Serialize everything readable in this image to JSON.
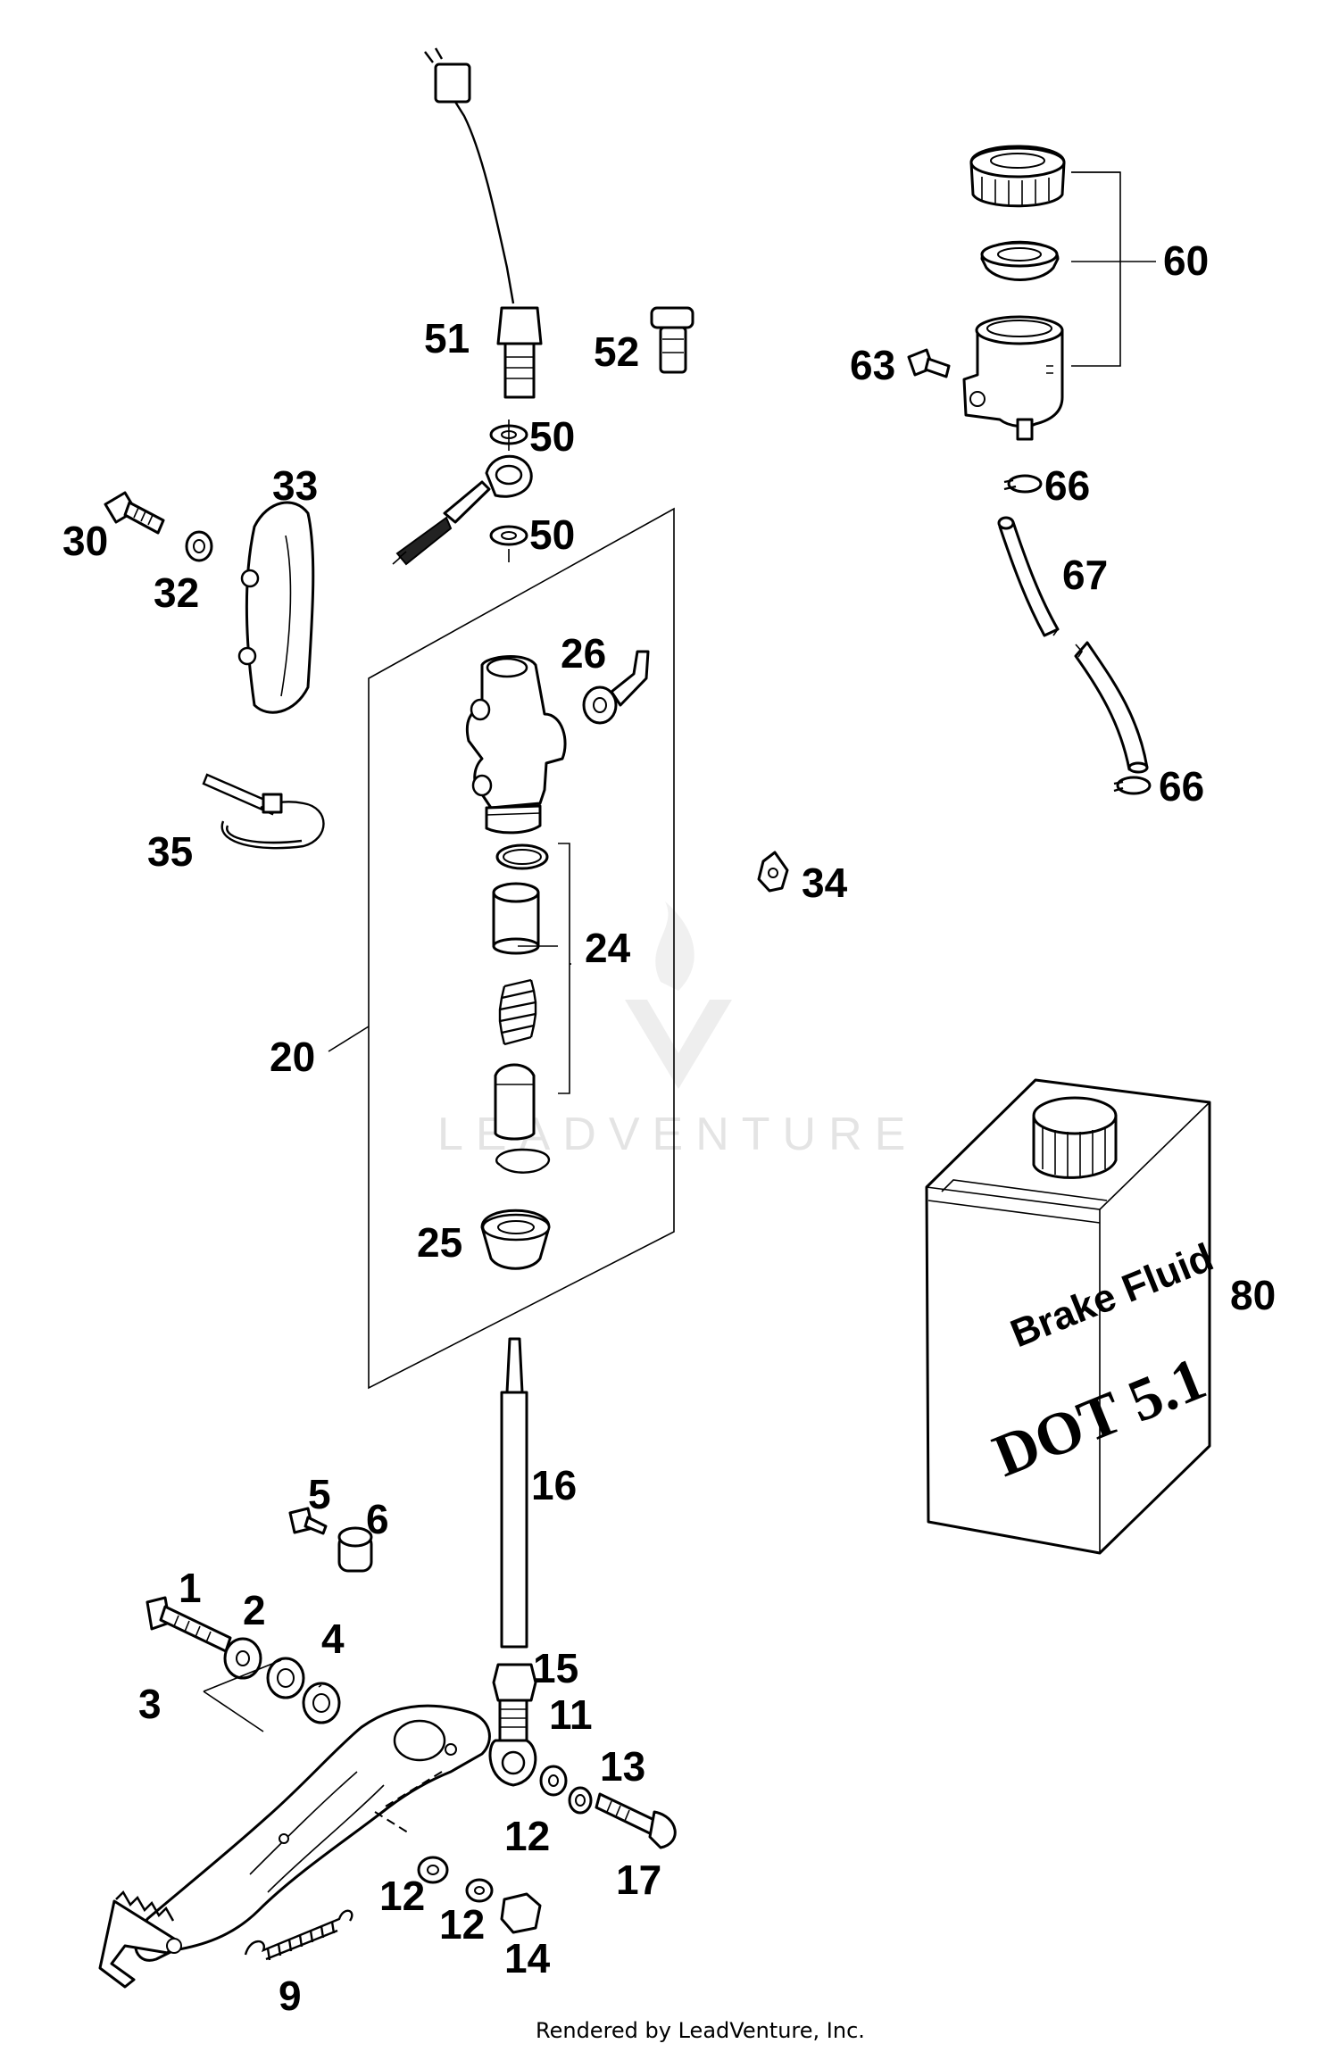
{
  "callouts": [
    {
      "id": "1",
      "text": "1"
    },
    {
      "id": "2",
      "text": "2"
    },
    {
      "id": "3",
      "text": "3"
    },
    {
      "id": "4",
      "text": "4"
    },
    {
      "id": "5",
      "text": "5"
    },
    {
      "id": "6",
      "text": "6"
    },
    {
      "id": "9",
      "text": "9"
    },
    {
      "id": "11",
      "text": "11"
    },
    {
      "id": "12a",
      "text": "12"
    },
    {
      "id": "12b",
      "text": "12"
    },
    {
      "id": "12c",
      "text": "12"
    },
    {
      "id": "13",
      "text": "13"
    },
    {
      "id": "14",
      "text": "14"
    },
    {
      "id": "15",
      "text": "15"
    },
    {
      "id": "16",
      "text": "16"
    },
    {
      "id": "17",
      "text": "17"
    },
    {
      "id": "20",
      "text": "20"
    },
    {
      "id": "24",
      "text": "24"
    },
    {
      "id": "25",
      "text": "25"
    },
    {
      "id": "26",
      "text": "26"
    },
    {
      "id": "30",
      "text": "30"
    },
    {
      "id": "32",
      "text": "32"
    },
    {
      "id": "33",
      "text": "33"
    },
    {
      "id": "34",
      "text": "34"
    },
    {
      "id": "35",
      "text": "35"
    },
    {
      "id": "50a",
      "text": "50"
    },
    {
      "id": "50b",
      "text": "50"
    },
    {
      "id": "51",
      "text": "51"
    },
    {
      "id": "52",
      "text": "52"
    },
    {
      "id": "60",
      "text": "60"
    },
    {
      "id": "63",
      "text": "63"
    },
    {
      "id": "66a",
      "text": "66"
    },
    {
      "id": "66b",
      "text": "66"
    },
    {
      "id": "67",
      "text": "67"
    },
    {
      "id": "80",
      "text": "80"
    }
  ],
  "can_label": {
    "line1": "Brake Fluid",
    "line2": "DOT 5.1"
  },
  "watermark": "LEADVENTURE",
  "footer": "Rendered by LeadVenture, Inc."
}
